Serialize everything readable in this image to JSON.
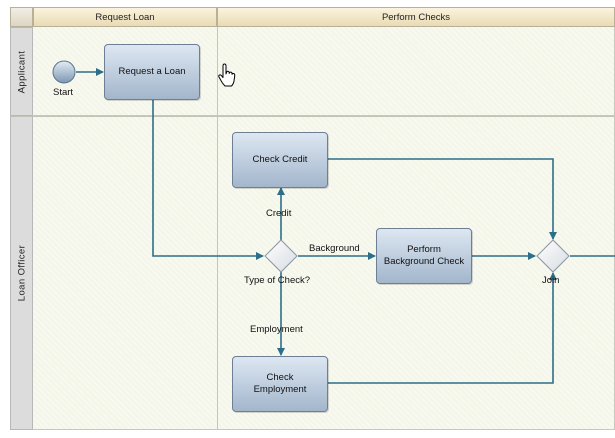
{
  "columns": [
    {
      "label": "Request Loan"
    },
    {
      "label": "Perform Checks"
    }
  ],
  "lanes": [
    {
      "label": "Applicant"
    },
    {
      "label": "Loan Officer"
    }
  ],
  "events": {
    "start": "Start"
  },
  "tasks": {
    "request_loan": "Request a Loan",
    "check_credit": "Check Credit",
    "background_check": "Perform\nBackground Check",
    "check_employment": "Check\nEmployment"
  },
  "gateways": {
    "type_of_check": "Type of Check?",
    "join": "Join"
  },
  "flow_labels": {
    "credit": "Credit",
    "background": "Background",
    "employment": "Employment"
  },
  "colors": {
    "flow_line": "#2d6f89",
    "task_top": "#dde7f2",
    "task_bottom": "#a3b6cc",
    "lane_fill": "#f4f6ea",
    "header_fill": "#efe3c2"
  },
  "icons": {
    "pointer": "hand-pointer-icon"
  }
}
